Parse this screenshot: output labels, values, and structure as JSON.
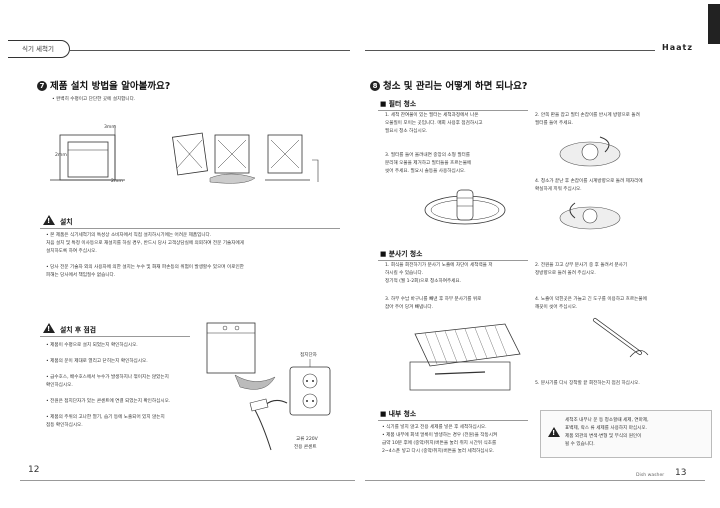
{
  "left": {
    "tab_label": "식기 세척기",
    "section_no": "7",
    "section_title": "제품 설치 방법을 알아볼까요?",
    "intro": "• 완벽히 수평이고 단단한 곳에 설치합니다.",
    "dim_3mm": "3mm",
    "dim_2mm_left": "2mm",
    "dim_2mm_right": "2mm",
    "install_head": "설치",
    "install_lines": [
      "• 본 제품은 식기세척기의 특성상 소비자에서 직접 설치하시기에는 어려운 제품입니다.",
      "  처음 설치 및 특정 이사등으로 재설치를 하실 경우, 반드시 당사 고객상담실에 의뢰하여 전문 기술자에게",
      "  설치하도록 하여 주십시오.",
      "",
      "• 당사 전문 기술자 외의 사용자에 의한 설치는 누수 및 화재 파손등의 위험이 발생할수 있으며 이로인한",
      "  피해는 당사에서 책임질수 없습니다."
    ],
    "check_head": "설치 후 점검",
    "check_items": [
      "• 제품이 수평으로 설치 되었는지 확인하십시오.",
      "• 제품의 문이 제대로 열리고 닫히는지 확인하십시오.",
      "• 급수호스, 배수호스에서 누수가 발생하지나 꺾이지는 않았는지",
      "  확인하십시오.",
      "• 전원은 접지단자가 있는 콘센트에 연결 되었는지 확인하십시오.",
      "• 제품의 주위의 고나한 열기, 습기 등에 노출되어 있지 않는지",
      "  점등 확인하십시오."
    ],
    "ground_label": "접지단자",
    "outlet_label_1": "교류 220V",
    "outlet_label_2": "전용 콘센트",
    "page_number": "12"
  },
  "right": {
    "brand": "Haatz",
    "section_no": "8",
    "section_title": "청소 및 관리는 어떻게 하면 되나요?",
    "filter_head": "필터 청소",
    "filter_steps": [
      [
        "1. 세척 잔여물이 있는 필터는 세척과정에서 나온",
        "   오물질이 모이는 곳입니다. 매회 사용후 점검하시고",
        "   필요시 청소 하십시오."
      ],
      [
        "2. 안쪽 판을 잡고 필터 손잡이를 반시계 방향으로 돌려",
        "   필터를 들어 주세요."
      ],
      [
        "3. 필터를 들어 올려내면 중앙의 소형 필터를",
        "   분리해 오물을 제거하고 필터들을 흐르는물에",
        "   씻어 주세요. 필요시 솔등을 사용하십시오."
      ],
      [
        "4. 청소가 끝난 후 손잡이를 시계방향으로 돌려 제자리에",
        "   확실하게 끼워 주십시오."
      ]
    ],
    "sprayer_head": "분사기 청소",
    "sprayer_steps": [
      [
        "1. 회식을 회전하기가 분사기 노즐에 차단이 세척력을 저",
        "   하시킬 수 있습니다.",
        "   정기적 (월 1-2회)으로 청소하여주세요."
      ],
      [
        "2. 전원을 끄고 상부 분사기 중 후 돌려서 분사기",
        "   정방향으로 들려 올려 주십시오."
      ],
      [
        "3. 하부 수납 바구니를 빼낸 후 하부 분사기를 위로",
        "   잡아 주어 당겨 빼냅니다."
      ],
      [
        "4. 노즐이 막힌곳은 가늘고 긴 도구를 이용하고 흐르는물에",
        "   깨끗이 씻어 주십시오."
      ],
      [
        "5. 분사기를 다시 장착할 끝 회전하는지 점검 하십시오."
      ]
    ],
    "interior_head": "내부 청소",
    "interior_lines": [
      "• 식기를 넣지 않고 전용 세제를 넣은 후 세척하십시오.",
      "• 제품 내부에 회색 얼룩이 발생하는 경우 (전원)을 작동시켜",
      "  급약 10분 후에 (중약/취지)버튼을 눌러 취지 시간뒤 식초를",
      "  2~4스푼 넣고 다시 (중약/취지)버튼을 눌러 세척하십시오."
    ],
    "note_lines": [
      "세척조 내부나 문 등 청소할때 세제, 연마제,",
      "표백제, 락스 류 세제를 사용하지 마십시오.",
      "제품 외관의 변색·변형 및 부식의 원인이",
      "될 수 있습니다."
    ],
    "footer_brand": "Dish washer",
    "page_number": "13"
  },
  "colors": {
    "ink": "#222222",
    "rule": "#555555",
    "box": "#fafafa"
  }
}
